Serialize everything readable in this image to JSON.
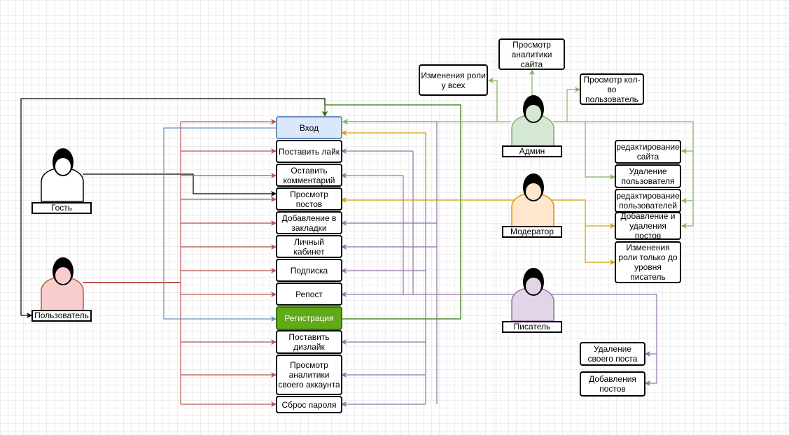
{
  "colors": {
    "user_lines": "#b85450",
    "admin_lines": "#82b366",
    "moderator_lines": "#d6a100",
    "writer_lines": "#9673a6",
    "guest_lines": "#000000",
    "reg_line": "#6c8ebf",
    "reg_fill": "#60a917",
    "login_fill": "#dae8fc"
  },
  "actors": {
    "guest": {
      "label": "Гость",
      "icon": "person-icon",
      "color": "#ffffff"
    },
    "user": {
      "label": "Пользователь",
      "icon": "person-icon",
      "color": "#f8cecc"
    },
    "admin": {
      "label": "Админ",
      "icon": "person-icon",
      "color": "#d5e8d4"
    },
    "moderator": {
      "label": "Модератор",
      "icon": "person-icon",
      "color": "#ffe6cc"
    },
    "writer": {
      "label": "Писатель",
      "icon": "person-icon",
      "color": "#e1d5e7"
    }
  },
  "use_cases": {
    "login": "Вход",
    "like": "Поставить лайк",
    "comment": "Оставить комментарий",
    "view_posts": "Просмотр постов",
    "bookmark": "Добавление в закладки",
    "cabinet": "Личный кабинет",
    "subscribe": "Подписка",
    "repost": "Репост",
    "register": "Регистрация",
    "dislike": "Поставить дизлайк",
    "own_analytics": "Просмотр аналитики своего аккаунта",
    "reset_password": "Сброс пароля"
  },
  "admin_cases": {
    "site_analytics": "Просмотр аналитики сайта",
    "change_roles_all": "Изменения роли у всех",
    "user_count": "Просмотр кол-во пользователь",
    "edit_site": "редактирование сайта",
    "delete_users": "Удаление пользователя",
    "edit_users": "редактирование пользователей",
    "add_delete_posts": "Добавление и удаления постов",
    "change_roles_writer": "Изменения роли только до уровня писатель"
  },
  "writer_cases": {
    "delete_own_post": "Удаление своего поста",
    "add_posts": "Добавления постов"
  }
}
